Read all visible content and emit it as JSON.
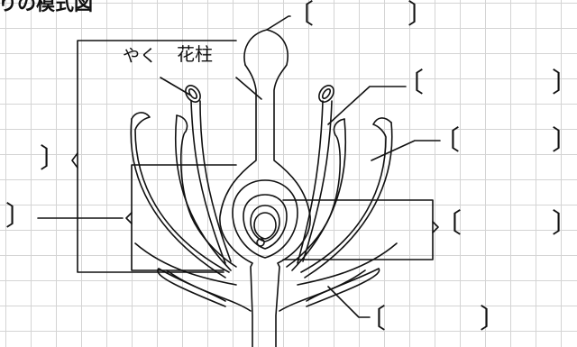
{
  "title": "りの模式図",
  "labels": {
    "anther": "やく",
    "style": "花柱"
  },
  "answer_boxes": {
    "open": "〔",
    "close": "〕",
    "close_only": "〕"
  }
}
